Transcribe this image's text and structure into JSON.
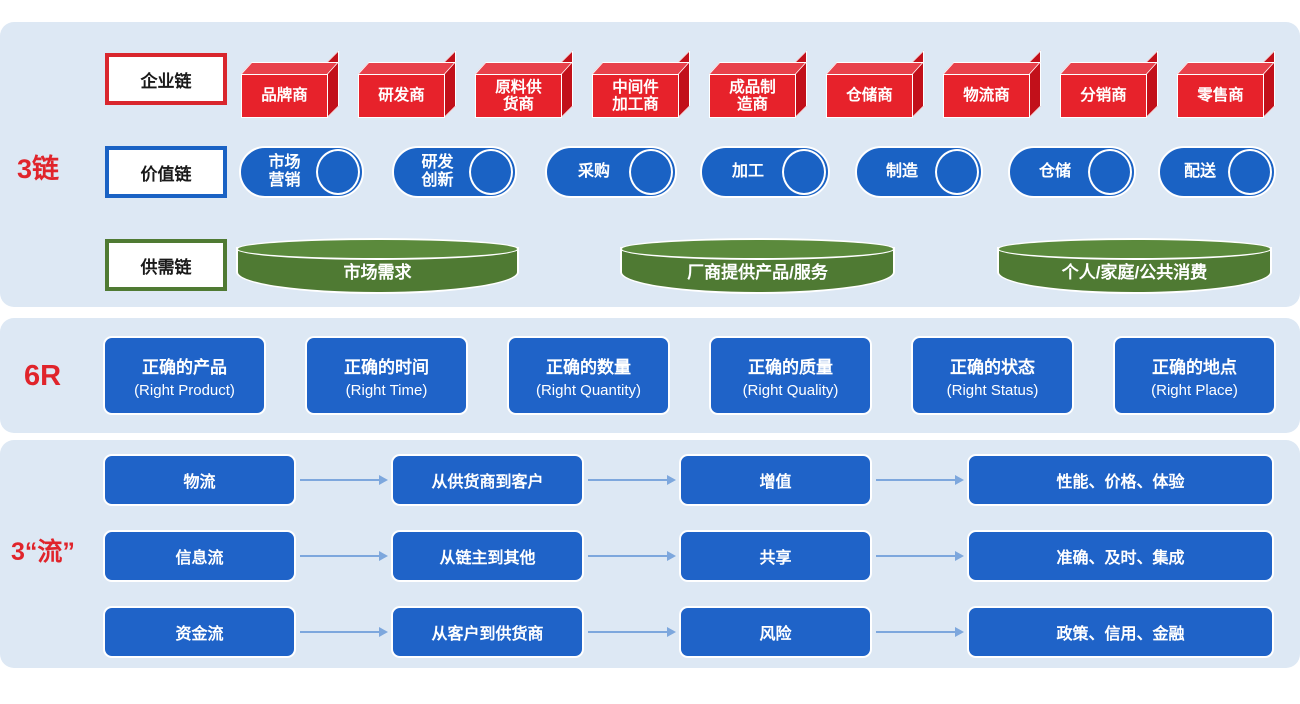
{
  "sections": {
    "chains_label": "3链",
    "sixr_label": "6R",
    "flows_label": "3“流”"
  },
  "chain_rows": {
    "enterprise": {
      "name": "企业链",
      "accent": "#d9262d",
      "nodes": [
        {
          "label": "品牌商"
        },
        {
          "label": "研发商"
        },
        {
          "label": "原料供\n货商"
        },
        {
          "label": "中间件\n加工商"
        },
        {
          "label": "成品制\n造商"
        },
        {
          "label": "仓储商"
        },
        {
          "label": "物流商"
        },
        {
          "label": "分销商"
        },
        {
          "label": "零售商"
        }
      ]
    },
    "value": {
      "name": "价值链",
      "accent": "#1a62c4",
      "nodes": [
        {
          "label": "市场\n营销"
        },
        {
          "label": "研发\n创新"
        },
        {
          "label": "采购"
        },
        {
          "label": "加工"
        },
        {
          "label": "制造"
        },
        {
          "label": "仓储"
        },
        {
          "label": "配送"
        }
      ]
    },
    "supply_demand": {
      "name": "供需链",
      "accent": "#4f7a33",
      "nodes": [
        {
          "label": "市场需求"
        },
        {
          "label": "厂商提供产品/服务"
        },
        {
          "label": "个人/家庭/公共消费"
        }
      ]
    }
  },
  "sixr": {
    "items": [
      {
        "cn": "正确的产品",
        "en": "(Right Product)"
      },
      {
        "cn": "正确的时间",
        "en": "(Right Time)"
      },
      {
        "cn": "正确的数量",
        "en": "(Right Quantity)"
      },
      {
        "cn": "正确的质量",
        "en": "(Right Quality)"
      },
      {
        "cn": "正确的状态",
        "en": "(Right Status)"
      },
      {
        "cn": "正确的地点",
        "en": "(Right Place)"
      }
    ]
  },
  "flows": {
    "rows": [
      {
        "source": "物流",
        "direction": "从供货商到客户",
        "effect": "增值",
        "outcome": "性能、价格、体验"
      },
      {
        "source": "信息流",
        "direction": "从链主到其他",
        "effect": "共享",
        "outcome": "准确、及时、集成"
      },
      {
        "source": "资金流",
        "direction": "从客户到供货商",
        "effect": "风险",
        "outcome": "政策、信用、金融"
      }
    ]
  },
  "colors": {
    "panel_bg": "#dde8f4",
    "red": "#e7222b",
    "blue": "#1f63c8",
    "green": "#4f7a33",
    "arrow": "#7da7dd"
  }
}
